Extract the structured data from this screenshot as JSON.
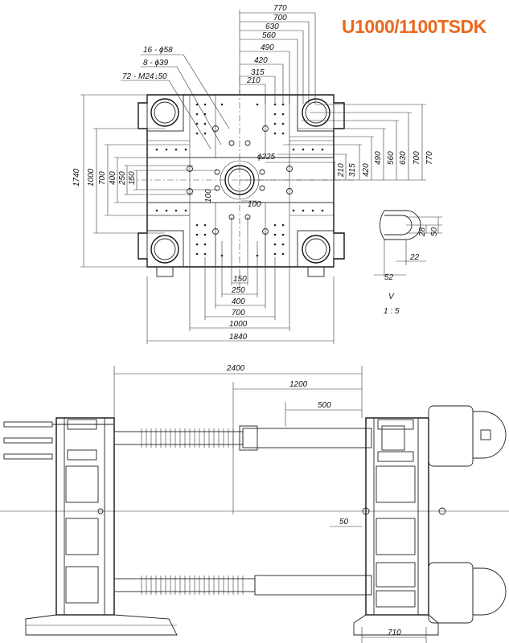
{
  "title": "U1000/1100TSDK",
  "top_view": {
    "vertical_dims_top": [
      "770",
      "700",
      "630",
      "560",
      "490",
      "420",
      "315",
      "210"
    ],
    "hole_callouts": [
      "16 - ϕ58",
      "8 - ϕ39",
      "72 - M24↓50"
    ],
    "center_hole": "ϕ225",
    "center_offset": "100",
    "left_dims": [
      "1740",
      "1000",
      "700",
      "400",
      "250",
      "150"
    ],
    "right_dims": [
      "210",
      "315",
      "420",
      "490",
      "560",
      "630",
      "700",
      "770"
    ],
    "bottom_dims": [
      "150",
      "250",
      "400",
      "700",
      "1000",
      "1840"
    ],
    "small_dims": [
      "100"
    ]
  },
  "detail_v": {
    "dims": [
      "28",
      "50",
      "22",
      "52"
    ],
    "label": "V",
    "scale": "1 : 5"
  },
  "side_view": {
    "dims": [
      "2400",
      "1200",
      "500",
      "50",
      "710"
    ]
  }
}
